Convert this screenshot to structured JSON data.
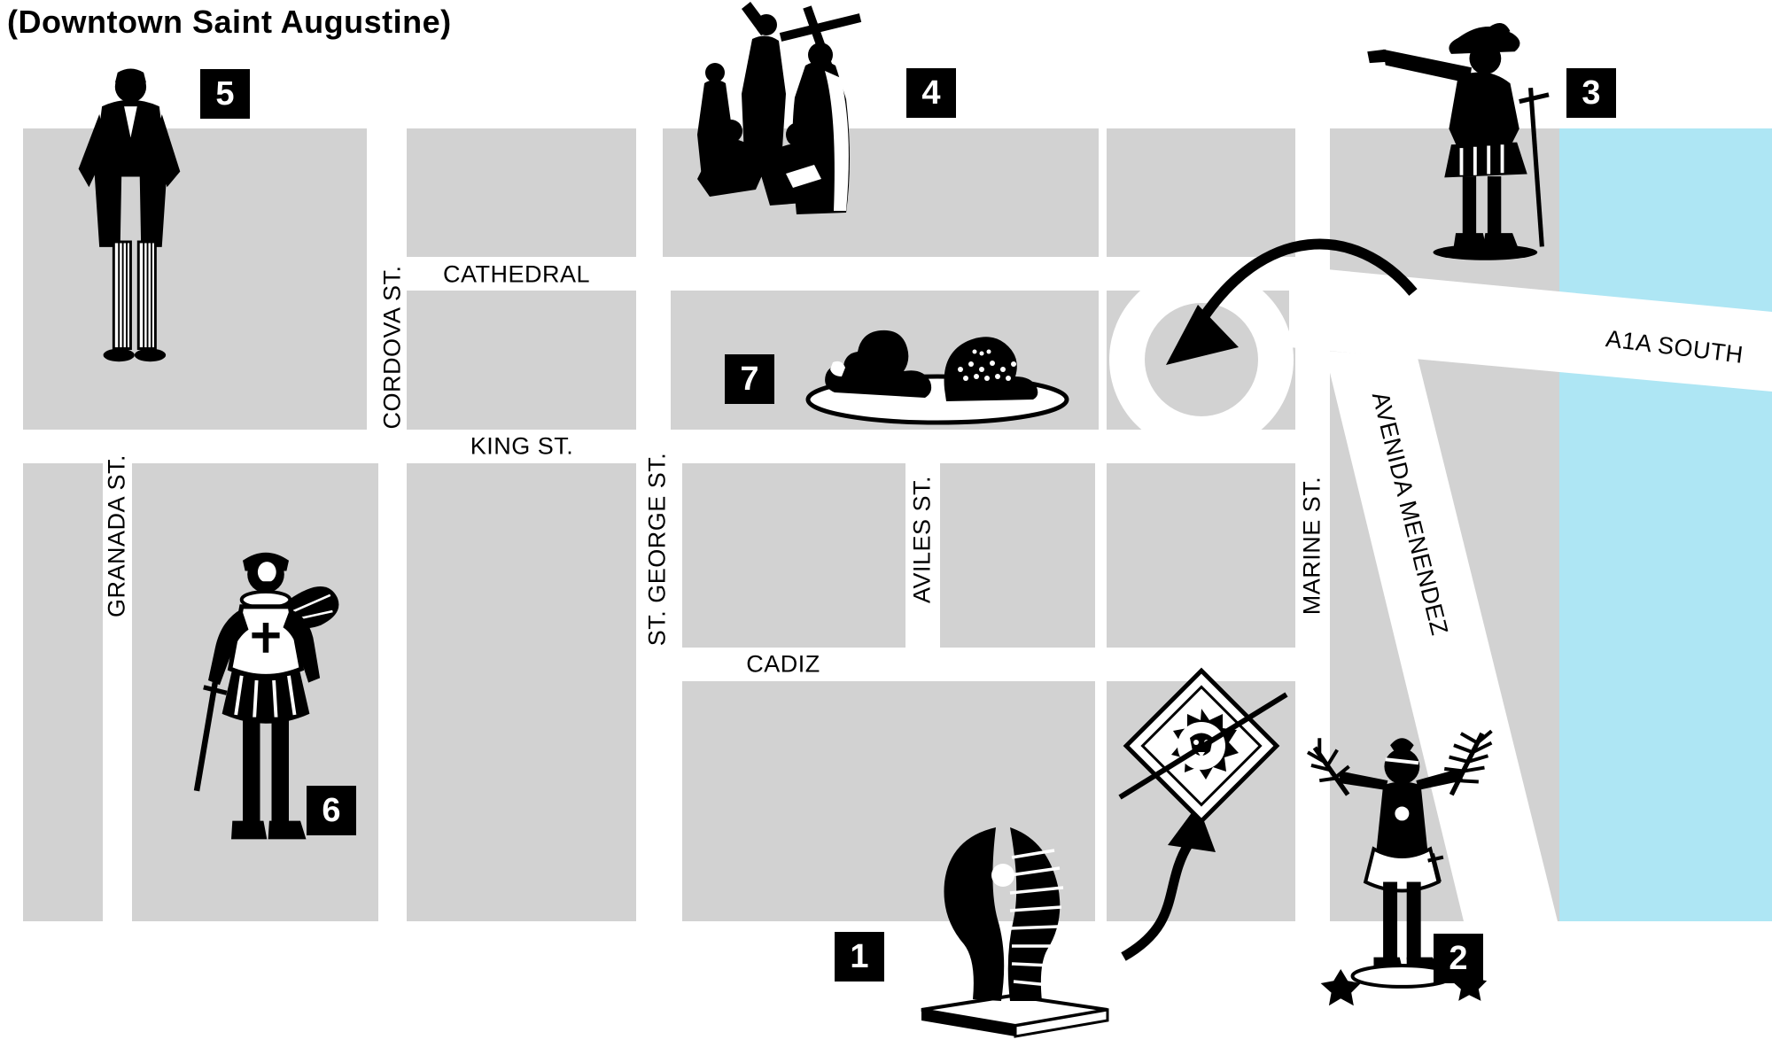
{
  "title": "(Downtown Saint Augustine)",
  "streets": {
    "cathedral": "CATHEDRAL",
    "cordova": "CORDOVA ST.",
    "king": "KING ST.",
    "granada": "GRANADA ST.",
    "st_george": "ST. GEORGE ST.",
    "aviles": "AVILES ST.",
    "cadiz": "CADIZ",
    "marine": "MARINE ST.",
    "avenida_menendez": "AVENIDA MENENDEZ",
    "a1a_south": "A1A SOUTH"
  },
  "markers": {
    "m1": "1",
    "m2": "2",
    "m3": "3",
    "m4": "4",
    "m5": "5",
    "m6": "6",
    "m7": "7"
  },
  "figures": {
    "f1": "abstract-twin-form-sculpture",
    "f2": "native-figure-statue",
    "f3": "conquistador-pointing-statue",
    "f4": "missionaries-with-cross-statue",
    "f5": "frock-coat-man-statue",
    "f6": "conquistador-with-sword-statue",
    "f7": "busts-on-platter-sculpture",
    "lion": "lion-emblem",
    "arrows": "curved-route-arrows",
    "roundabout": "traffic-circle"
  },
  "colors": {
    "block": "#d2d2d2",
    "water": "#aee6f4",
    "road": "#ffffff",
    "ink": "#000000"
  }
}
